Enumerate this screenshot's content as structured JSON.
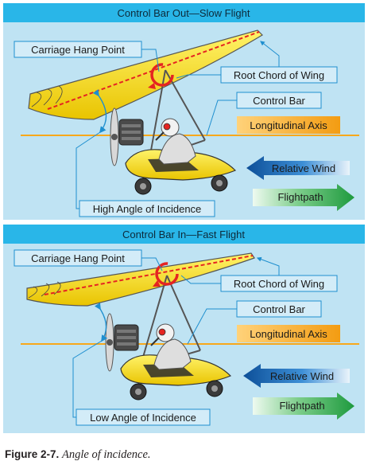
{
  "panels": [
    {
      "header": "Control Bar Out—Slow Flight",
      "carriage": "Carriage Hang Point",
      "root_chord": "Root Chord of Wing",
      "control_bar": "Control Bar",
      "axis": "Longitudinal Axis",
      "wind": "Relative Wind",
      "flightpath": "Flightpath",
      "incidence": "High Angle of Incidence"
    },
    {
      "header": "Control Bar In—Fast Flight",
      "carriage": "Carriage Hang Point",
      "root_chord": "Root Chord of Wing",
      "control_bar": "Control Bar",
      "axis": "Longitudinal Axis",
      "wind": "Relative Wind",
      "flightpath": "Flightpath",
      "incidence": "Low Angle of Incidence"
    }
  ],
  "caption": {
    "label": "Figure 2-7.",
    "title": "Angle of incidence."
  },
  "colors": {
    "background": "#bfe3f3",
    "header": "#29b6e8",
    "label_box": "#d3ecf8",
    "leader": "#1f8fcf",
    "axis": "#f7a81b",
    "wind": "#1d6fb8",
    "flightpath": "#2fa84f",
    "wing": "#f5e11c",
    "rotation": "#e52421"
  }
}
